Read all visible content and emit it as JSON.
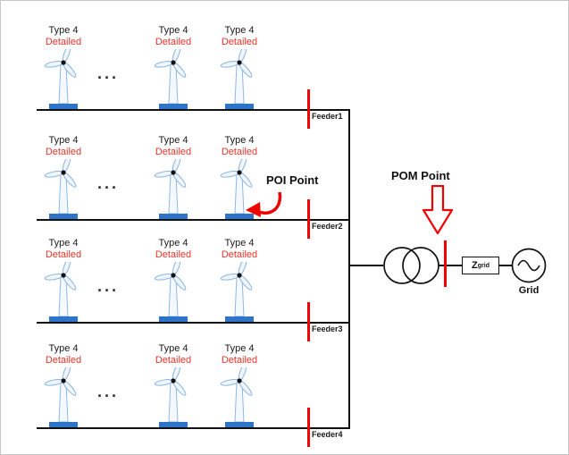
{
  "diagram": {
    "turbine": {
      "type": "Type 4",
      "detail": "Detailed"
    },
    "ellipsis": "...",
    "feeders": [
      {
        "label": "Feeder1"
      },
      {
        "label": "Feeder2"
      },
      {
        "label": "Feeder3"
      },
      {
        "label": "Feeder4"
      }
    ],
    "poi_label": "POI Point",
    "pom_label": "POM Point",
    "impedance": {
      "symbol": "Z",
      "subscript": "grid"
    },
    "grid_label": "Grid",
    "colors": {
      "accent_red": "#f10000",
      "detail_red": "#e8342a",
      "blade_blue": "#8ab4e0",
      "base_blue": "#2e74c9",
      "line_black": "#111111"
    }
  }
}
